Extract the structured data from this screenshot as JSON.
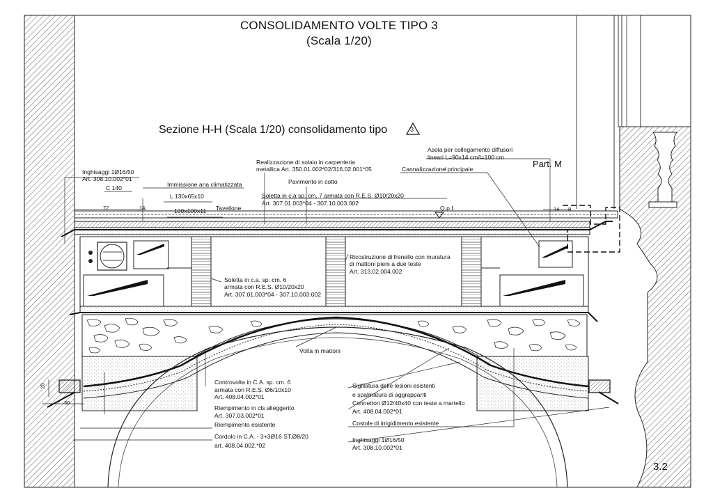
{
  "title": "CONSOLIDAMENTO VOLTE TIPO 3",
  "scale": "(Scala 1/20)",
  "section": {
    "label": "Sezione H-H (Scala 1/20) consolidamento tipo",
    "type_number": "3"
  },
  "part_label": "Part. M",
  "sheet_number": "3.2",
  "dimensions": {
    "d72": "72",
    "d14_left": "14",
    "d14_right": "14",
    "d8": "8",
    "d25": "25",
    "d30": "30"
  },
  "labels": {
    "inghisaggi_top_1": "Inghisaggi 1Ø16/50",
    "inghisaggi_top_2": "Art. 308.10.002*01",
    "c140": "C 140",
    "immissione": "Immissione aria climatizzata",
    "l130": "L 130x65x10",
    "l100": "100x100x11",
    "tavellone": "Tavellone",
    "solaio_1": "Realizzazione di solaio in carpenteria",
    "solaio_2": "metallica Art. 350.01.002*02/316.02.001*05",
    "pavimento": "Pavimento in cotto",
    "soletta7_1": "Soletta in c.a sp. cm. 7 armata con R.E.S. Ø10/20x20",
    "soletta7_2": "Art. 307.01.003*04 - 307.10.003.002",
    "qpf": "Q.p.f.",
    "asola_1": "Asola per collegamento diffusori",
    "asola_2": "lineari L=90x14 cm/l=100 cm",
    "canalizzazione": "Cannalizzazione principale",
    "frenello_1": "Ricostruzione di frenello con muratura",
    "frenello_2": "di mattoni pieni a due teste",
    "frenello_3": "Art. 313.02.004.002",
    "soletta6_1": "Soletta in c.a. sp. cm. 6",
    "soletta6_2": "armata con R.E.S. Ø10/20x20",
    "soletta6_3": "Art. 307.01.003*04 - 307.10.003.002",
    "volta": "Volta in mattoni",
    "controvolta_1": "Controvolta in C.A. sp. cm. 6",
    "controvolta_2": "armata con R.E.S. Ø6/10x10",
    "controvolta_3": "Art. 408.04.002*01",
    "riempimento_cls_1": "Riempimento in cls alleggerito",
    "riempimento_cls_2": "Art. 307.03.002*01",
    "riempimento_esistente": "Riempimento esistente",
    "cordolo_1": "Cordolo in C.A. - 3+3Ø16 ST.Ø8/20",
    "cordolo_2": "art. 408.04.002.*02",
    "sigillatura_1": "Sigillatura delle lesioni esistenti",
    "sigillatura_2": "e spalmatura di aggrappanti",
    "connettori_1": "Connettori Ø12/40x40 con teste a martello",
    "connettori_2": "Art. 408.04.002*01",
    "costole": "Costole di irrigidimento esistente",
    "inghisaggi_bot_1": "Inghisaggi 1Ø16/50",
    "inghisaggi_bot_2": "Art. 308.10.002*01"
  }
}
